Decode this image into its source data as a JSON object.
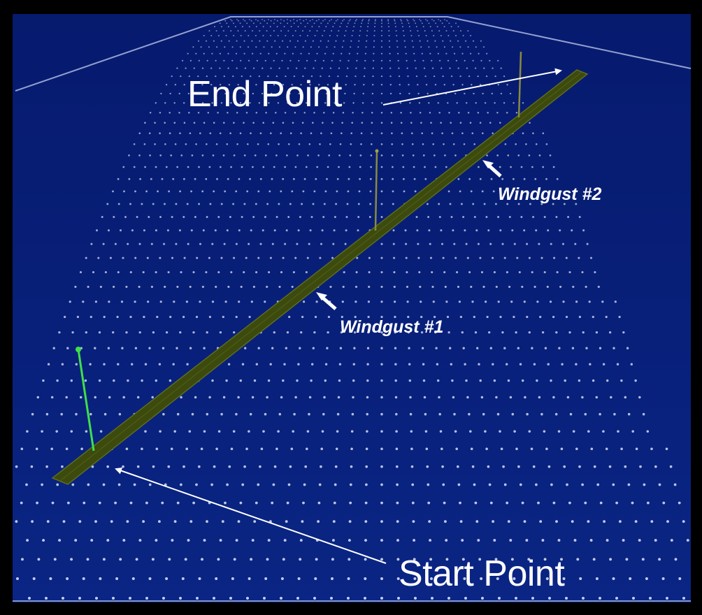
{
  "labels": {
    "end_point": "End Point",
    "start_point": "Start Point",
    "windgust_1": "Windgust #1",
    "windgust_2": "Windgust #2"
  },
  "colors": {
    "background": "#08207a",
    "frame": "#000000",
    "grid_dots": "#cfd8f0",
    "track": "#3c4a0e",
    "track_edge": "#6a7a20",
    "start_pole": "#3ee04a",
    "windgust_pole": "#8a8a40",
    "label": "#ffffff"
  },
  "icons": {
    "end_arrow": "arrow-icon",
    "start_arrow": "arrow-icon",
    "windgust_1_arrow": "short-arrow-icon",
    "windgust_2_arrow": "short-arrow-icon"
  }
}
